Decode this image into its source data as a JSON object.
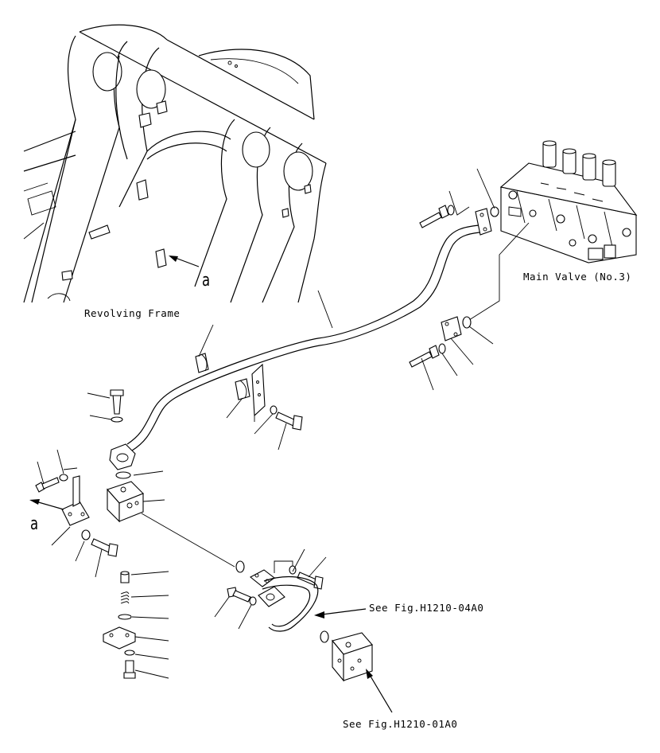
{
  "labels": {
    "revolving_frame": "Revolving Frame",
    "main_valve": "Main Valve (No.3)",
    "see_fig_1": "See Fig.H1210-04A0",
    "see_fig_2": "See Fig.H1210-01A0",
    "view_a_top": "a",
    "view_a_left": "a"
  }
}
